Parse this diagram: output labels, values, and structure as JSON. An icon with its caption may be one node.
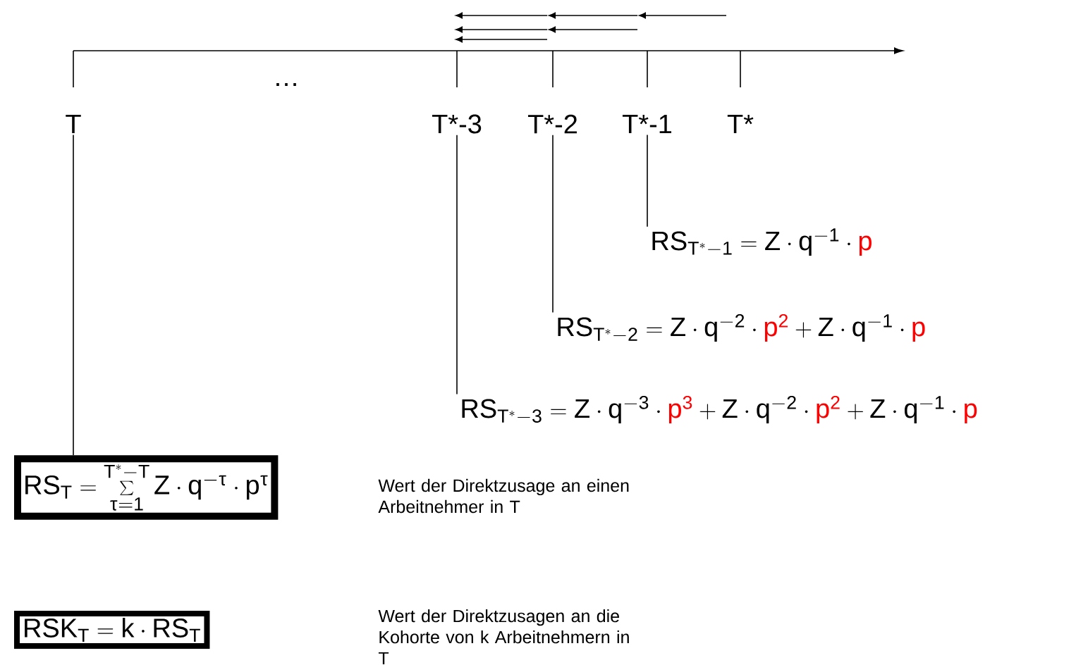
{
  "diagram": {
    "nodes": [
      {
        "text": [
          "T"
        ]
      },
      {
        "text": [
          "T*-3"
        ]
      },
      {
        "text": [
          "T*-2"
        ]
      },
      {
        "text": [
          "T*-1"
        ]
      },
      {
        "text": [
          "T*"
        ]
      },
      {
        "text": [
          "RS_{T^{*}-1} = Z \\cdot q^{-1} \\cdot {\\color{red}p}"
        ]
      },
      {
        "text": [
          "RS_{T^{*}-2} = Z \\cdot q^{-2} \\cdot {\\color{red}p^{2}} + Z \\cdot q^{-1} \\cdot {\\color{red}p}"
        ]
      },
      {
        "text": [
          "RS_{T^{*}-3} = Z \\cdot q^{-3} \\cdot {\\color{red}p^{3}} + Z \\cdot q^{-2} \\cdot {\\color{red}p^{2}} + Z \\cdot q^{-1} \\cdot {\\color{red}p}"
        ]
      },
      {
        "text": [
          "RS_{T} = \\sum\\limits_{\\tau=1}^{T^{*}-T} Z \\cdot q^{-\\tau} \\cdot p^{\\tau}"
        ]
      },
      {
        "text": [
          "RSK_{T} = k \\cdot RS_{T}"
        ]
      }
    ],
    "edges": [
      {
        "from": 3,
        "to": 5,
        "arrow": "none"
      },
      {
        "from": 2,
        "to": 6,
        "arrow": "none"
      },
      {
        "from": 1,
        "to": 7,
        "arrow": "none"
      },
      {
        "from": 0,
        "to": 8,
        "arrow": "none"
      }
    ],
    "labels": [
      "…",
      "Wert der Direktzusage an einen Arbeitnehmer in T",
      "Wert der Direktzusagen an die Kohorte von k Arbeitnehmern in T"
    ]
  }
}
